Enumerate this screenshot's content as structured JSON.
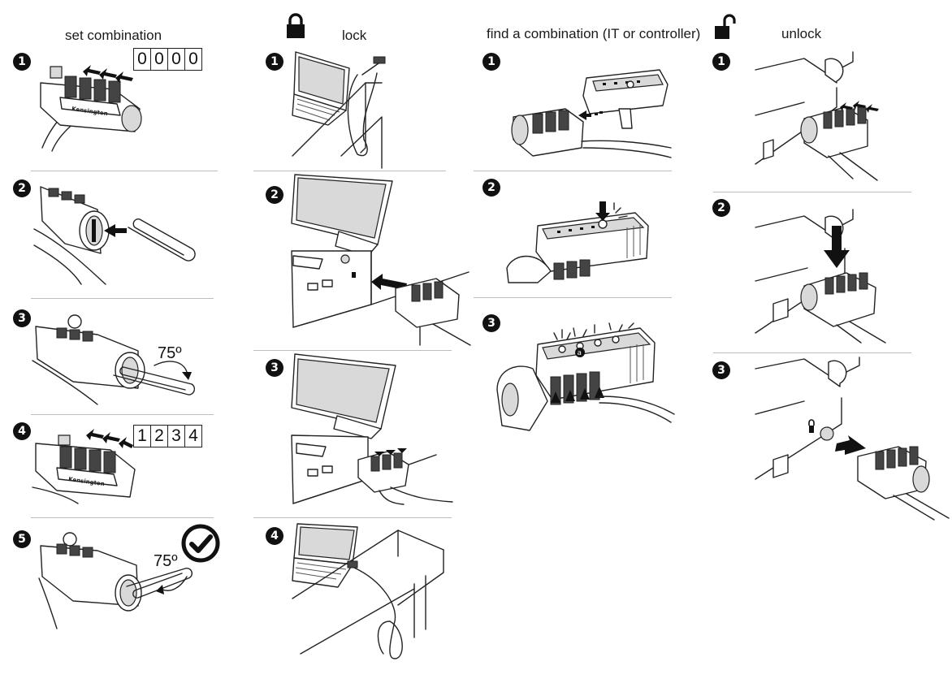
{
  "columns": [
    {
      "title": "set combination",
      "steps": [
        "1",
        "2",
        "3",
        "4",
        "5"
      ]
    },
    {
      "title": "lock",
      "steps": [
        "1",
        "2",
        "3",
        "4"
      ]
    },
    {
      "title": "find a combination (IT or controller)",
      "steps": [
        "1",
        "2",
        "3"
      ]
    },
    {
      "title": "unlock",
      "steps": [
        "1",
        "2",
        "3"
      ]
    }
  ],
  "combos": {
    "initial": [
      "0",
      "0",
      "0",
      "0"
    ],
    "new": [
      "1",
      "2",
      "3",
      "4"
    ]
  },
  "angles": {
    "step3": "75º",
    "step5": "75º"
  },
  "brand": "Kensington",
  "callout": "a",
  "icons": [
    "padlock-locked-icon",
    "padlock-unlocked-icon",
    "checkmark-circle-icon"
  ]
}
